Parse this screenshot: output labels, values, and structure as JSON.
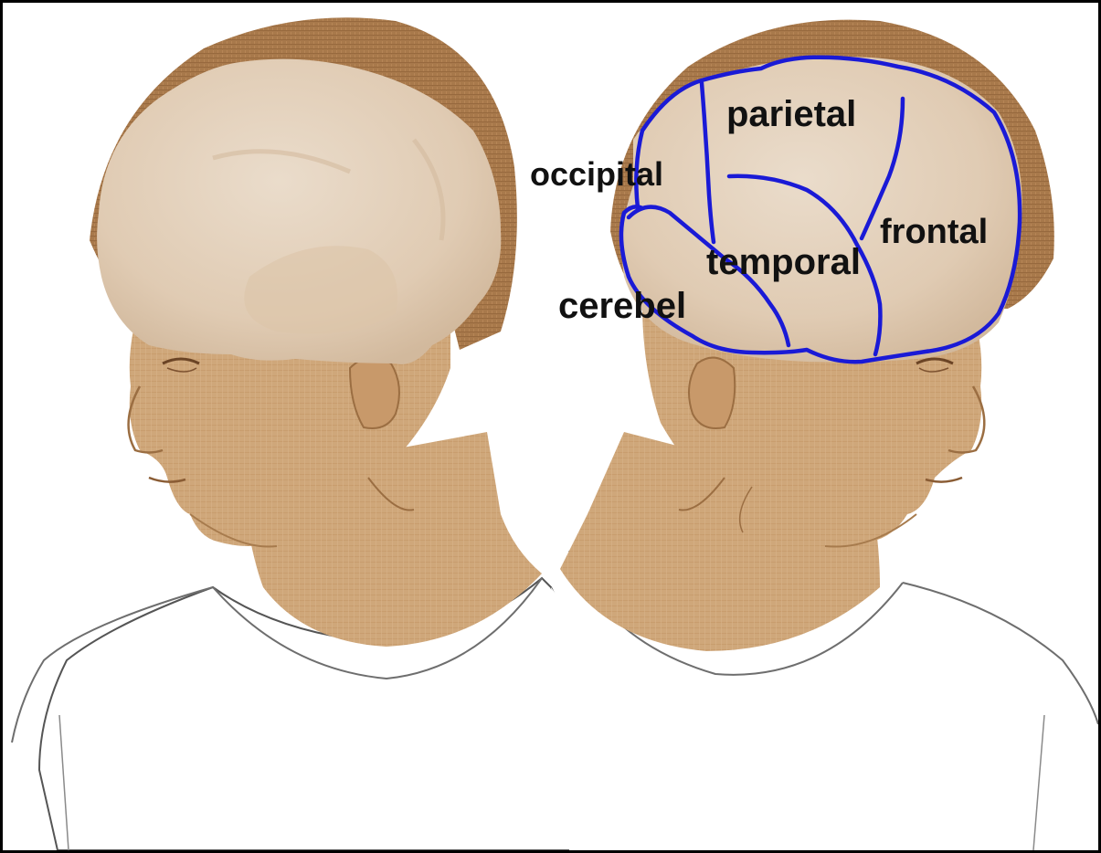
{
  "figure": {
    "left_head": {
      "brain_color": "#e3cfb9"
    },
    "right_head": {
      "outline_color": "#1a1ad6",
      "labels": {
        "parietal": "parietal",
        "occipital": "occipital",
        "frontal": "frontal",
        "temporal": "temporal",
        "cerebel": "cerebel"
      }
    },
    "colors": {
      "skin": "#cfa77a",
      "skin_shadow": "#b98c5c",
      "hair": "#a8794b",
      "hair_dark": "#8c5f35",
      "brain": "#e3cfb9",
      "brain_shade": "#d7bfa6",
      "shirt": "#ffffff",
      "shirt_line": "#444444",
      "frame": "#000000"
    }
  }
}
